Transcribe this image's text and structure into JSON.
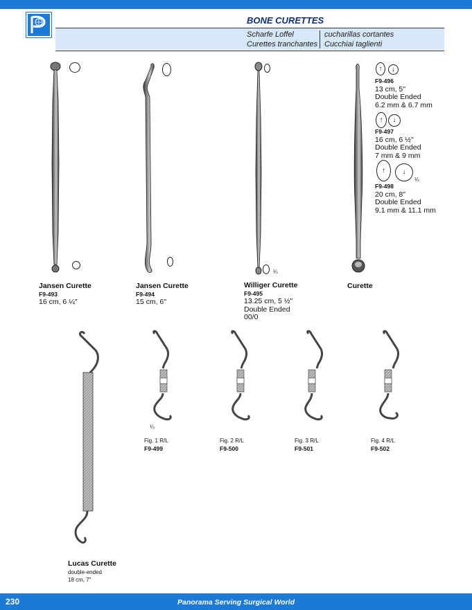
{
  "header": {
    "title": "BONE CURETTES",
    "translations": {
      "de": "Scharfe Loffel",
      "es": "cucharillas cortantes",
      "fr": "Curettes tranchantes",
      "it": "Cucchiai taglienti"
    }
  },
  "products": {
    "jansen_493": {
      "name": "Jansen Curette",
      "code": "F9-493",
      "size": "16 cm, 6 ¼\""
    },
    "jansen_494": {
      "name": "Jansen Curette",
      "code": "F9-494",
      "size": "15 cm, 6\""
    },
    "williger": {
      "name": "Williger Curette",
      "code": "F9-495",
      "size": "13.25 cm, 5 ½\"",
      "desc": "Double Ended",
      "grade": "00/0"
    },
    "curette": {
      "name": "Curette"
    },
    "f9_496": {
      "code": "F9-496",
      "size": "13 cm, 5\"",
      "desc": "Double Ended",
      "spec": "6.2 mm & 6.7 mm"
    },
    "f9_497": {
      "code": "F9-497",
      "size": "16 cm, 6 ½\"",
      "desc": "Double Ended",
      "spec": "7 mm & 9 mm"
    },
    "f9_498": {
      "code": "F9-498",
      "size": "20 cm, 8\"",
      "desc": "Double Ended",
      "spec": "9.1 mm & 11.1 mm"
    },
    "lucas": {
      "name": "Lucas Curette",
      "desc": "double-ended",
      "size": "18 cm, 7\""
    },
    "fig1": {
      "fig": "Fig. 1 R/L",
      "code": "F9-499"
    },
    "fig2": {
      "fig": "Fig. 2 R/L",
      "code": "F9-500"
    },
    "fig3": {
      "fig": "Fig. 3 R/L",
      "code": "F9-501"
    },
    "fig4": {
      "fig": "Fig. 4 R/L",
      "code": "F9-502"
    }
  },
  "scale": {
    "quarter": "¼"
  },
  "arrows": {
    "up": "↑",
    "down": "↓"
  },
  "footer": {
    "page": "230",
    "tagline": "Panorama Serving Surgical World"
  },
  "colors": {
    "brand_blue": "#1c7ad6",
    "band": "#d6e8f8",
    "title": "#0d2f7a"
  }
}
